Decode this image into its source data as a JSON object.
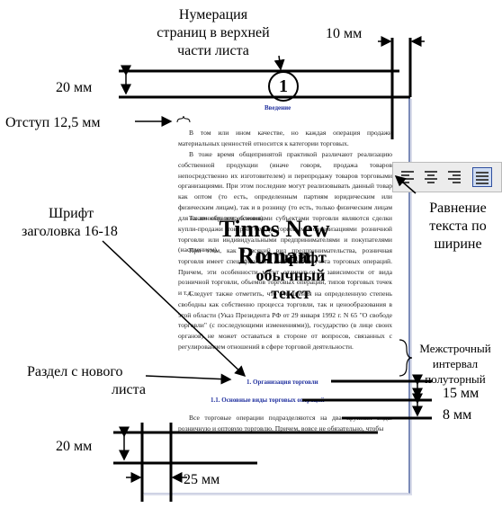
{
  "annotations": {
    "page_numbering": [
      "Нумерация",
      "страниц в верхней",
      "части листа"
    ],
    "top_margin": "20 мм",
    "right_margin": "10 мм",
    "indent": "Отступ 12,5 мм",
    "heading_font": [
      "Шрифт",
      "заголовка 16-18"
    ],
    "justify": [
      "Равнение",
      "текста по",
      "ширине"
    ],
    "font_main": "Times New Roman",
    "font_size": [
      "14 шрифт",
      "обычный",
      "текст"
    ],
    "line_spacing": [
      "Межстрочный",
      "интервал",
      "полуторный"
    ],
    "new_section": [
      "Раздел с нового",
      "листа"
    ],
    "spacing_before": "15 мм",
    "spacing_after": "8 мм",
    "bottom_margin": "20 мм",
    "left_margin": "25 мм"
  },
  "page": {
    "number": "1",
    "intro_title": "Введение",
    "paragraphs": [
      "В том или ином качестве, но каждая операция продажи материальных ценностей относится к категории торговых.",
      "В тоже время общепринятой практикой различают реализацию собственной продукции (иначе говоря, продажа товаров непосредственно их изготовителем) и перепродажу товаров торговыми организациями. При этом последние могут реализовывать данный товар как оптом (то есть, определенным партиям юридическим или физическим лицам), так и в розницу (то есть, только физическим лицам для их личного потребления).",
      "Таким образом, основными субъектами торговли являются сделки купли-продажи товаров между торговыми организациями розничной торговли или индивидуальными предпринимателями и покупателями (населением).",
      "При этом, как и всякий вид предпринимательства, розничная торговля имеет специфические особенности учета торговых операций. Причем, эти особенности могут отличаться в зависимости от вида розничной торговли, объемов торговых операций, типов торговых точек и т.д.",
      "Следует также отметить, что отношения на определенную степень свободны как собственно процесса торговли, так и ценообразования в этой области (Указ Президента РФ от 29 января 1992 г. N 65 \"О свободе торговли\" (с последующими изменениями)), государство (в лице своих органов) не может оставаться в стороне от вопросов, связанных с регулированием отношений в сфере торговой деятельности."
    ],
    "chapter_heading": "1. Организация торговли",
    "sub_heading": "1.1. Основные виды торговых операций",
    "last_paragraph": "Все торговые операции подразделяются на два крупных вида: розничную и оптовую торговлю. Причем, вовсе не обязательно, чтобы"
  },
  "toolbar": {
    "buttons": [
      "align-left-icon",
      "align-center-icon",
      "align-right-icon",
      "align-justify-icon"
    ],
    "active": "align-justify-icon"
  },
  "colors": {
    "heading_blue": "#1f2f9e",
    "page_edge": "#7b8bb8",
    "active_button": "#cfdcf2"
  }
}
